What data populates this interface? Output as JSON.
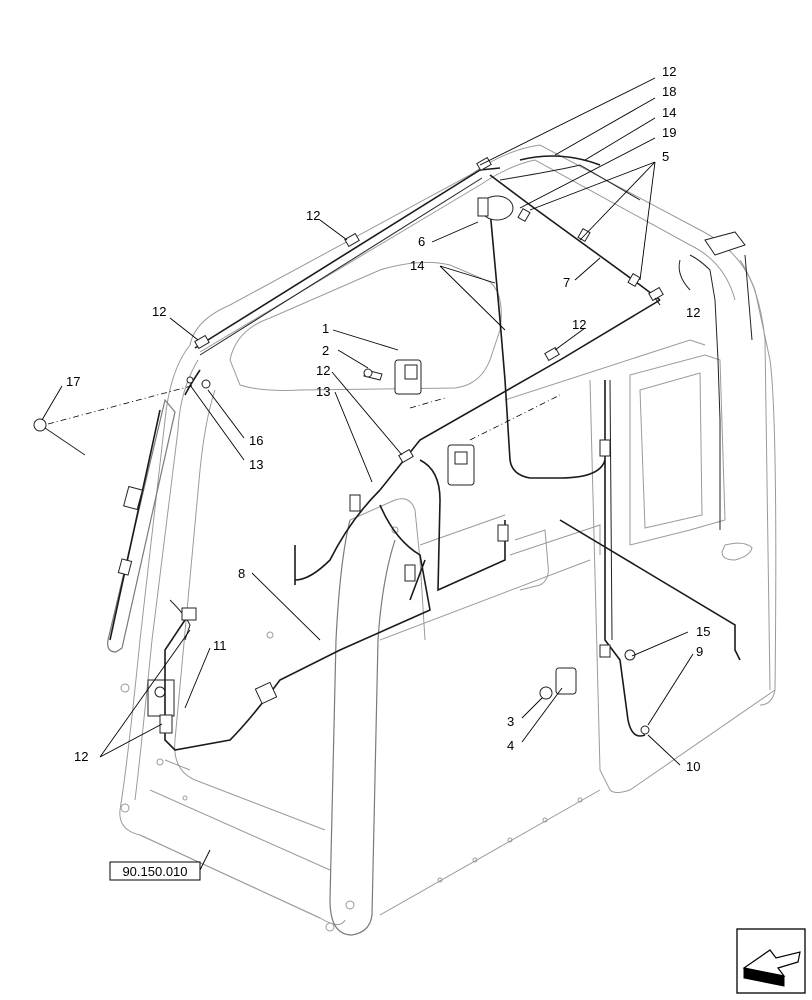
{
  "callouts": [
    {
      "id": "c12a",
      "label": "12"
    },
    {
      "id": "c18",
      "label": "18"
    },
    {
      "id": "c14a",
      "label": "14"
    },
    {
      "id": "c19",
      "label": "19"
    },
    {
      "id": "c5",
      "label": "5"
    },
    {
      "id": "c12b",
      "label": "12"
    },
    {
      "id": "c6",
      "label": "6"
    },
    {
      "id": "c14b",
      "label": "14"
    },
    {
      "id": "c7",
      "label": "7"
    },
    {
      "id": "c12c",
      "label": "12"
    },
    {
      "id": "c12d",
      "label": "12"
    },
    {
      "id": "c1",
      "label": "1"
    },
    {
      "id": "c2",
      "label": "2"
    },
    {
      "id": "c12e",
      "label": "12"
    },
    {
      "id": "c12f",
      "label": "12"
    },
    {
      "id": "c17",
      "label": "17"
    },
    {
      "id": "c13a",
      "label": "13"
    },
    {
      "id": "c16",
      "label": "16"
    },
    {
      "id": "c13b",
      "label": "13"
    },
    {
      "id": "c8",
      "label": "8"
    },
    {
      "id": "c15",
      "label": "15"
    },
    {
      "id": "c9",
      "label": "9"
    },
    {
      "id": "c11",
      "label": "11"
    },
    {
      "id": "c12g",
      "label": "12"
    },
    {
      "id": "c3",
      "label": "3"
    },
    {
      "id": "c4",
      "label": "4"
    },
    {
      "id": "c10",
      "label": "10"
    }
  ],
  "reference_box": {
    "label": "90.150.010"
  },
  "icons": {
    "nav": "previous-page-arrow-icon"
  }
}
